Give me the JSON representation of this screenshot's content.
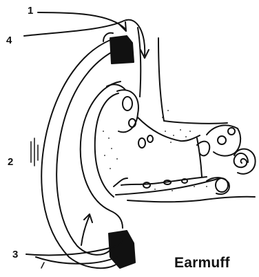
{
  "labels": {
    "l1": "1",
    "l2": "2",
    "l3": "3",
    "l4": "4"
  },
  "caption": "Earmuff"
}
